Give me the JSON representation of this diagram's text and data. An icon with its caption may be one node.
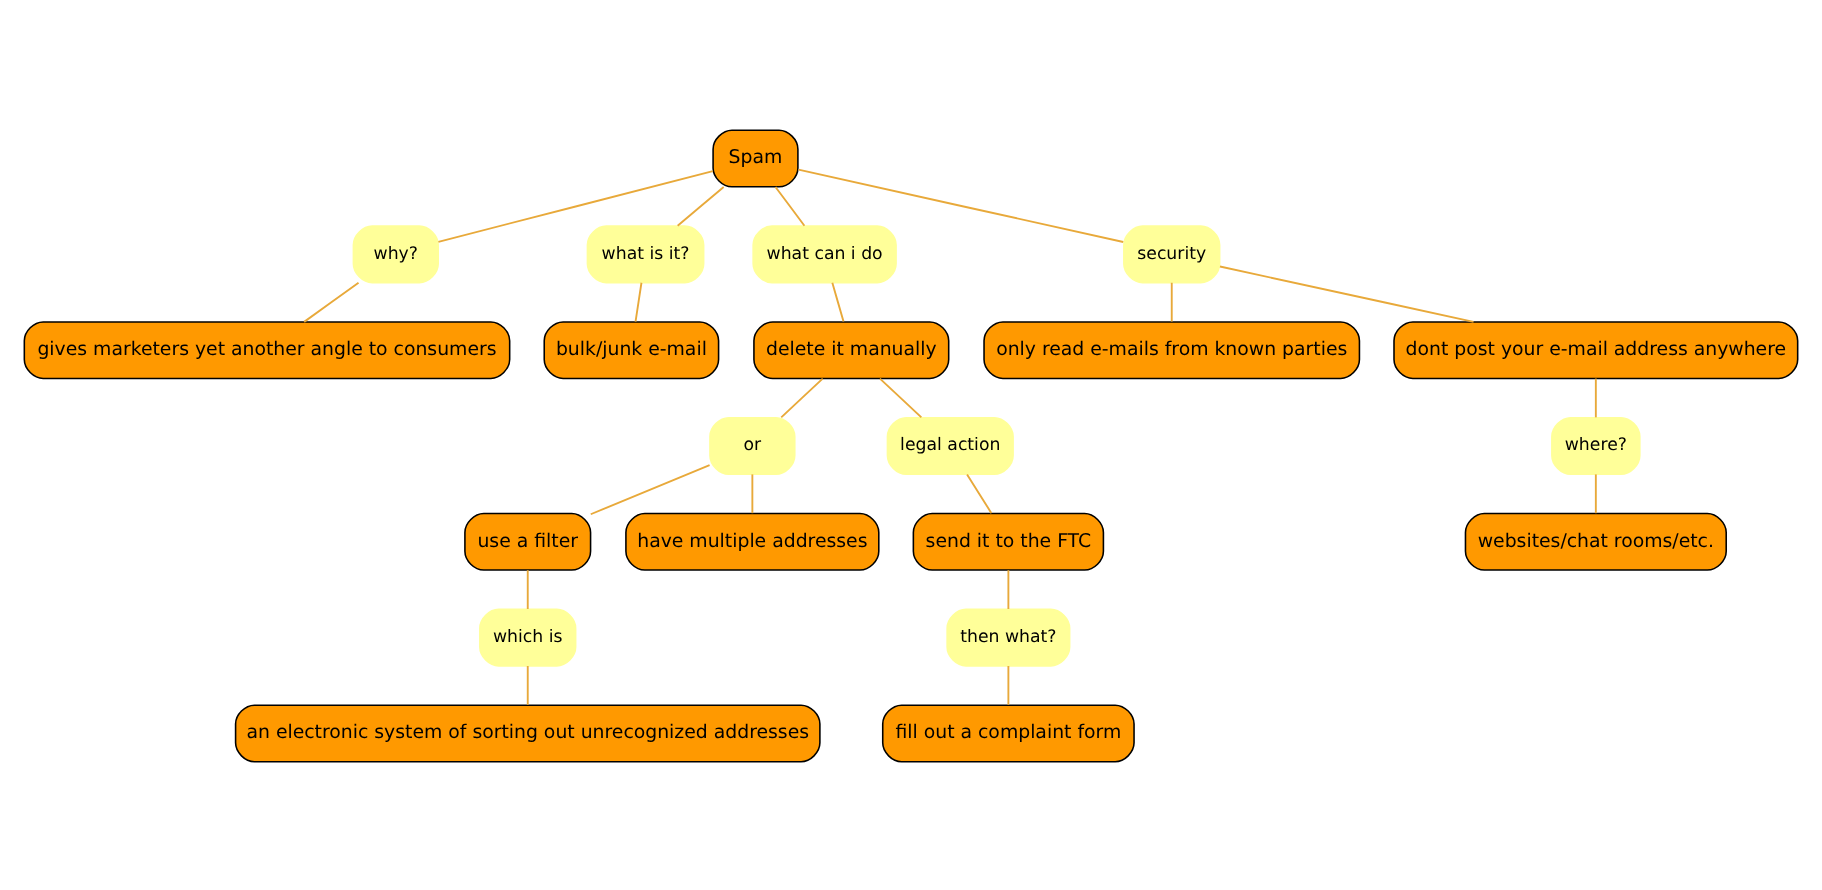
{
  "diagram": {
    "nodes": [
      {
        "text": [
          "Spam"
        ]
      },
      {
        "text": [
          "why?"
        ]
      },
      {
        "text": [
          "gives marketers yet another angle to consumers"
        ]
      },
      {
        "text": [
          "what is it?"
        ]
      },
      {
        "text": [
          "what can i do"
        ]
      },
      {
        "text": [
          "security"
        ]
      },
      {
        "text": [
          "only read e-mails from known parties"
        ]
      },
      {
        "text": [
          "bulk/junk e-mail"
        ]
      },
      {
        "text": [
          "delete it manually"
        ]
      },
      {
        "text": [
          "dont post your e-mail address anywhere"
        ]
      },
      {
        "text": [
          "or"
        ]
      },
      {
        "text": [
          "legal action"
        ]
      },
      {
        "text": [
          "where?"
        ]
      },
      {
        "text": [
          "use a filter"
        ]
      },
      {
        "text": [
          "have multiple addresses"
        ]
      },
      {
        "text": [
          "send it to the FTC"
        ]
      },
      {
        "text": [
          "websites/chat rooms/etc."
        ]
      },
      {
        "text": [
          "which is"
        ]
      },
      {
        "text": [
          "then what?"
        ]
      },
      {
        "text": [
          "an electronic system of sorting out unrecognized addresses"
        ]
      },
      {
        "text": [
          "fill out a complaint form"
        ]
      }
    ],
    "edges": [
      {
        "from": 0,
        "to": 1,
        "arrow": "none"
      },
      {
        "from": 1,
        "to": 2,
        "arrow": "none"
      },
      {
        "from": 0,
        "to": 3,
        "arrow": "none"
      },
      {
        "from": 3,
        "to": 7,
        "arrow": "none"
      },
      {
        "from": 0,
        "to": 4,
        "arrow": "none"
      },
      {
        "from": 4,
        "to": 8,
        "arrow": "none"
      },
      {
        "from": 0,
        "to": 5,
        "arrow": "none"
      },
      {
        "from": 5,
        "to": 6,
        "arrow": "none"
      },
      {
        "from": 5,
        "to": 9,
        "arrow": "none"
      },
      {
        "from": 8,
        "to": 10,
        "arrow": "none"
      },
      {
        "from": 10,
        "to": 13,
        "arrow": "none"
      },
      {
        "from": 10,
        "to": 14,
        "arrow": "none"
      },
      {
        "from": 8,
        "to": 11,
        "arrow": "none"
      },
      {
        "from": 11,
        "to": 15,
        "arrow": "none"
      },
      {
        "from": 9,
        "to": 12,
        "arrow": "none"
      },
      {
        "from": 12,
        "to": 16,
        "arrow": "none"
      },
      {
        "from": 13,
        "to": 17,
        "arrow": "none"
      },
      {
        "from": 17,
        "to": 19,
        "arrow": "none"
      },
      {
        "from": 15,
        "to": 18,
        "arrow": "none"
      },
      {
        "from": 18,
        "to": 20,
        "arrow": "none"
      }
    ]
  }
}
